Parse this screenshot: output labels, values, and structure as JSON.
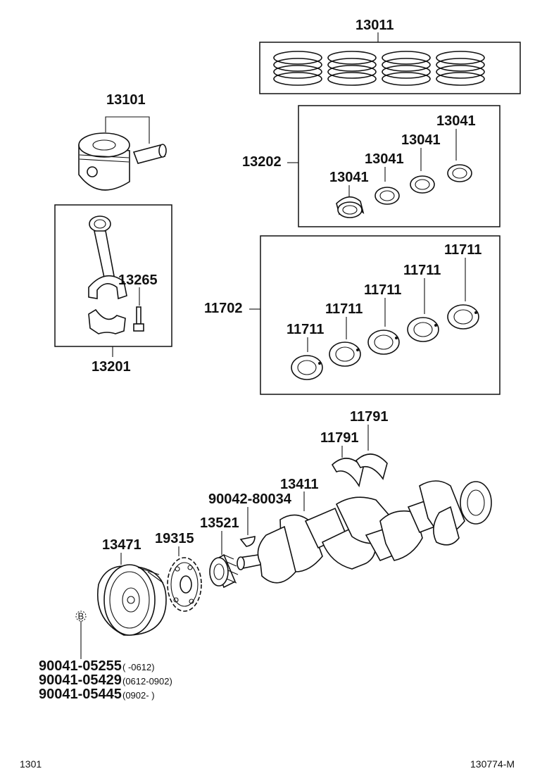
{
  "labels": {
    "p13011": "13011",
    "p13101": "13101",
    "p13202": "13202",
    "p13041_a": "13041",
    "p13041_b": "13041",
    "p13041_c": "13041",
    "p13041_d": "13041",
    "p13265": "13265",
    "p13201": "13201",
    "p11702": "11702",
    "p11711_a": "11711",
    "p11711_b": "11711",
    "p11711_c": "11711",
    "p11711_d": "11711",
    "p11711_e": "11711",
    "p11791_a": "11791",
    "p11791_b": "11791",
    "p13411": "13411",
    "p90042": "90042-80034",
    "p13521": "13521",
    "p13471": "13471",
    "p19315": "19315",
    "b_marker": "B"
  },
  "bolt_variants": [
    {
      "part": "90041-05255",
      "range": "(      -0612)"
    },
    {
      "part": "90041-05429",
      "range": "(0612-0902)"
    },
    {
      "part": "90041-05445",
      "range": "(0902-      )"
    }
  ],
  "footer": {
    "page": "1301",
    "drawing_id": "130774-M"
  }
}
